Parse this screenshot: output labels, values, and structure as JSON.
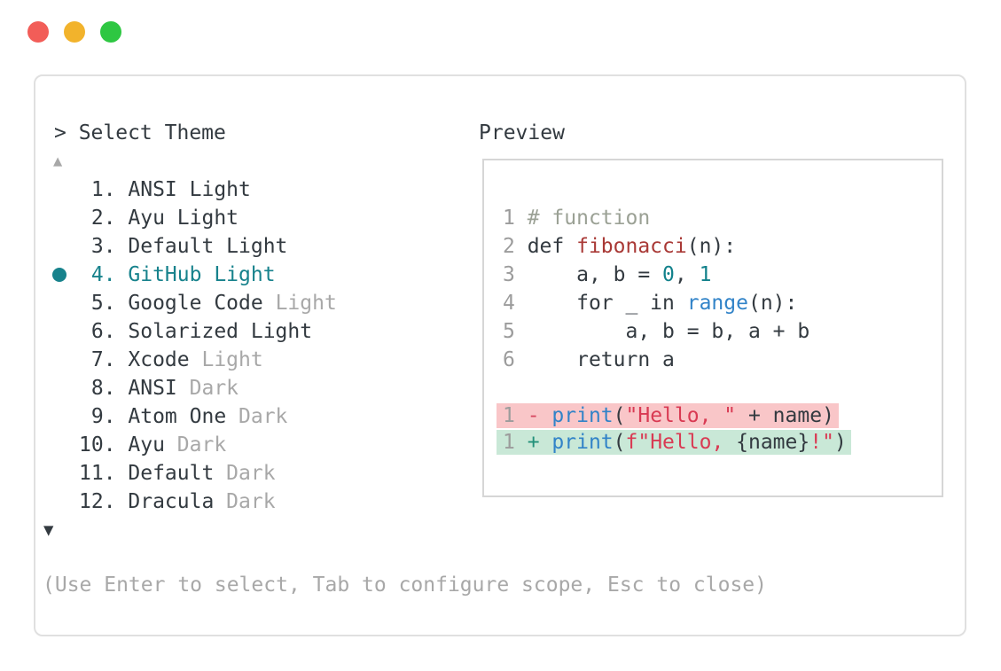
{
  "palette": {
    "dark": "#333a40",
    "muted": "#a8a8a8",
    "lnum": "#9c9c9c",
    "accent": "#17828c",
    "comment": "#9ba195",
    "func_red": "#a93936",
    "string_red": "#d93a53",
    "call_blue": "#3183c8",
    "number_teal": "#12818b",
    "diff_minus": "#d84a62",
    "diff_plus": "#23917a",
    "removed_bg": "#f9c6c8",
    "added_bg": "#c9e8d7",
    "window_border": "#e0e0e0",
    "panel_border": "#d6d6d6"
  },
  "window": {
    "controls": [
      {
        "name": "close",
        "color": "#f25d58"
      },
      {
        "name": "minimize",
        "color": "#f2b32c"
      },
      {
        "name": "zoom",
        "color": "#2ec742"
      }
    ]
  },
  "selector": {
    "prompt": "> Select Theme",
    "up_arrow": "▲",
    "down_arrow": "▼",
    "items": [
      {
        "num": 1,
        "name": "ANSI Light",
        "muted_suffix": "",
        "selected": false
      },
      {
        "num": 2,
        "name": "Ayu Light",
        "muted_suffix": "",
        "selected": false
      },
      {
        "num": 3,
        "name": "Default Light",
        "muted_suffix": "",
        "selected": false
      },
      {
        "num": 4,
        "name": "GitHub Light",
        "muted_suffix": "",
        "selected": true
      },
      {
        "num": 5,
        "name": "Google Code",
        "muted_suffix": "Light",
        "selected": false
      },
      {
        "num": 6,
        "name": "Solarized Light",
        "muted_suffix": "",
        "selected": false
      },
      {
        "num": 7,
        "name": "Xcode",
        "muted_suffix": "Light",
        "selected": false
      },
      {
        "num": 8,
        "name": "ANSI",
        "muted_suffix": "Dark",
        "selected": false
      },
      {
        "num": 9,
        "name": "Atom One",
        "muted_suffix": "Dark",
        "selected": false
      },
      {
        "num": 10,
        "name": "Ayu",
        "muted_suffix": "Dark",
        "selected": false
      },
      {
        "num": 11,
        "name": "Default",
        "muted_suffix": "Dark",
        "selected": false
      },
      {
        "num": 12,
        "name": "Dracula",
        "muted_suffix": "Dark",
        "selected": false
      }
    ],
    "hint": "(Use Enter to select, Tab to configure scope, Esc to close)"
  },
  "preview": {
    "label": "Preview",
    "code_lines": [
      {
        "num": "1",
        "tokens": [
          [
            "# function",
            "comment"
          ]
        ]
      },
      {
        "num": "2",
        "tokens": [
          [
            "def ",
            "dark"
          ],
          [
            "fibonacci",
            "func_red"
          ],
          [
            "(n):",
            "dark"
          ]
        ]
      },
      {
        "num": "3",
        "tokens": [
          [
            "    a, b = ",
            "dark"
          ],
          [
            "0",
            "number_teal"
          ],
          [
            ", ",
            "dark"
          ],
          [
            "1",
            "number_teal"
          ]
        ]
      },
      {
        "num": "4",
        "tokens": [
          [
            "    for _ in ",
            "dark"
          ],
          [
            "range",
            "call_blue"
          ],
          [
            "(n):",
            "dark"
          ]
        ]
      },
      {
        "num": "5",
        "tokens": [
          [
            "        a, b = b, a + b",
            "dark"
          ]
        ]
      },
      {
        "num": "6",
        "tokens": [
          [
            "    return a",
            "dark"
          ]
        ]
      }
    ],
    "diff_lines": [
      {
        "kind": "removed",
        "num": "1",
        "bg": "removed_bg",
        "tokens": [
          [
            " - ",
            "diff_minus"
          ],
          [
            "print",
            "call_blue"
          ],
          [
            "(",
            "dark"
          ],
          [
            "\"Hello, \"",
            "string_red"
          ],
          [
            " + name)",
            "dark"
          ]
        ]
      },
      {
        "kind": "added",
        "num": "1",
        "bg": "added_bg",
        "tokens": [
          [
            " + ",
            "diff_plus"
          ],
          [
            "print",
            "call_blue"
          ],
          [
            "(",
            "dark"
          ],
          [
            "f\"Hello, ",
            "string_red"
          ],
          [
            "{name}",
            "dark"
          ],
          [
            "!\"",
            "string_red"
          ],
          [
            ")",
            "dark"
          ]
        ]
      }
    ]
  }
}
